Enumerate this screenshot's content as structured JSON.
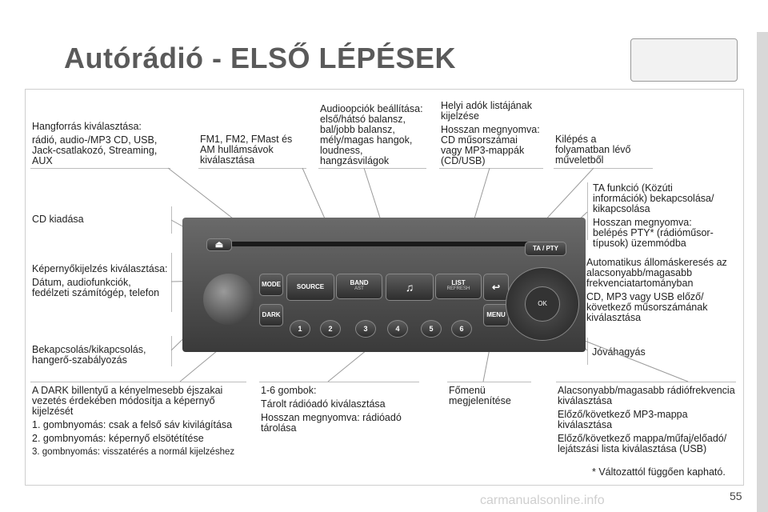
{
  "page_title": "Autórádió - ELSŐ LÉPÉSEK",
  "labels": {
    "source": [
      "Hangforrás kiválasztása:",
      "rádió, audio-/MP3 CD, USB, Jack-csatlakozó, Streaming, AUX"
    ],
    "fm": [
      "FM1, FM2, FMast és AM hullámsávok kiválasztása"
    ],
    "audio": [
      "Audioopciók beállítása: első/hátsó balansz, bal/jobb balansz, mély/magas hangok, loudness, hangzásvilágok"
    ],
    "list": [
      "Helyi adók listájának kijelzése",
      "Hosszan megnyomva: CD műsorszámai vagy MP3-mappák (CD/USB)"
    ],
    "exit": [
      "Kilépés a folyamatban lévő műveletből"
    ],
    "ta": [
      "TA funkció (Közúti információk) bekapcsolása/ kikapcsolása",
      "Hosszan megnyomva: belépés PTY* (rádióműsor-típusok) üzemmódba"
    ],
    "eject": [
      "CD kiadása"
    ],
    "display": [
      "Képernyőkijelzés kiválasztása:",
      "Dátum, audiofunkciók, fedélzeti számítógép, telefon"
    ],
    "auto": [
      "Automatikus állomáskeresés az alacsonyabb/magasabb frekvenciatartományban",
      "CD, MP3 vagy USB előző/ következő műsorszámának kiválasztása"
    ],
    "power": [
      "Bekapcsolás/kikapcsolás, hangerő-szabályozás"
    ],
    "ok": [
      "Jóváhagyás"
    ],
    "dark": [
      "A DARK billentyű a kényelmesebb éjszakai vezetés érdekében módosítja a képernyő kijelzését",
      "1. gombnyomás: csak a felső sáv kivilágítása",
      "2. gombnyomás: képernyő elsötétítése",
      "3. gombnyomás: visszatérés a normál kijelzéshez"
    ],
    "presets": [
      "1-6 gombok:",
      "Tárolt rádióadó kiválasztása",
      "Hosszan megnyomva: rádióadó tárolása"
    ],
    "menu": [
      "Főmenü megjelenítése"
    ],
    "freq": [
      "Alacsonyabb/magasabb rádiófrekvencia kiválasztása",
      "Előző/következő MP3-mappa kiválasztása",
      "Előző/következő mappa/műfaj/előadó/ lejátszási lista kiválasztása (USB)"
    ]
  },
  "footnote": "* Változattól függően kapható.",
  "page_number": "55",
  "watermark": "carmanualsonline.info",
  "radio_buttons": {
    "mode": "MODE",
    "dark": "DARK",
    "source": "SOURCE",
    "band": "BAND",
    "band_sub": "AST",
    "note": "♫",
    "list": "LIST",
    "list_sub": "REFRESH",
    "back": "↩",
    "ta_pty": "TA / PTY",
    "menu": "MENU",
    "ok": "OK",
    "eject": "⏏",
    "presets": [
      "1",
      "2",
      "3",
      "4",
      "5",
      "6"
    ]
  }
}
